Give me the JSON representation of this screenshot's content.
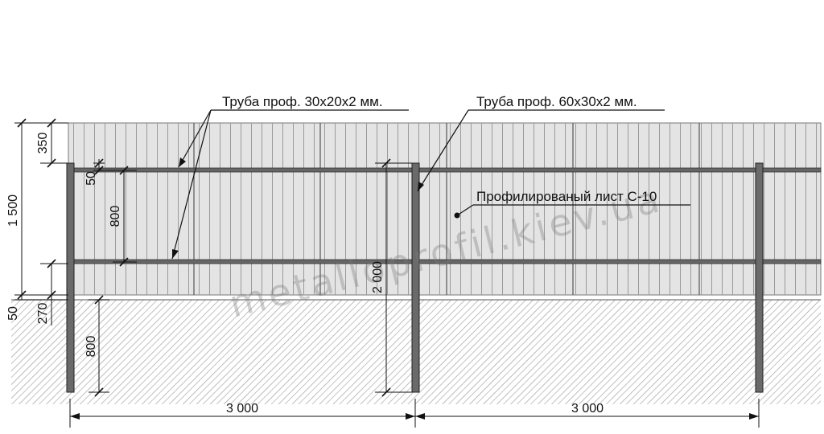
{
  "labels": {
    "pipe_small": "Труба проф. 30х20х2 мм.",
    "pipe_large": "Труба проф. 60х30х2 мм.",
    "sheet": "Профилированый лист С-10"
  },
  "watermark": "metalloprofil.kiev.ua",
  "dimensions": {
    "fence_height": "1 500",
    "top_offset": "350",
    "rail_offset": "50",
    "rail_spacing": "800",
    "ground_gap": "50",
    "ground_depth": "270",
    "post_depth": "800",
    "post_length": "2 000",
    "span_left": "3 000",
    "span_right": "3 000"
  },
  "colors": {
    "sheet_fill": "#e4e4e4",
    "sheet_rib": "#8a8a8a",
    "post": "#6a6a6a",
    "ground_hatch": "#9a9a9a",
    "line": "#111111"
  }
}
